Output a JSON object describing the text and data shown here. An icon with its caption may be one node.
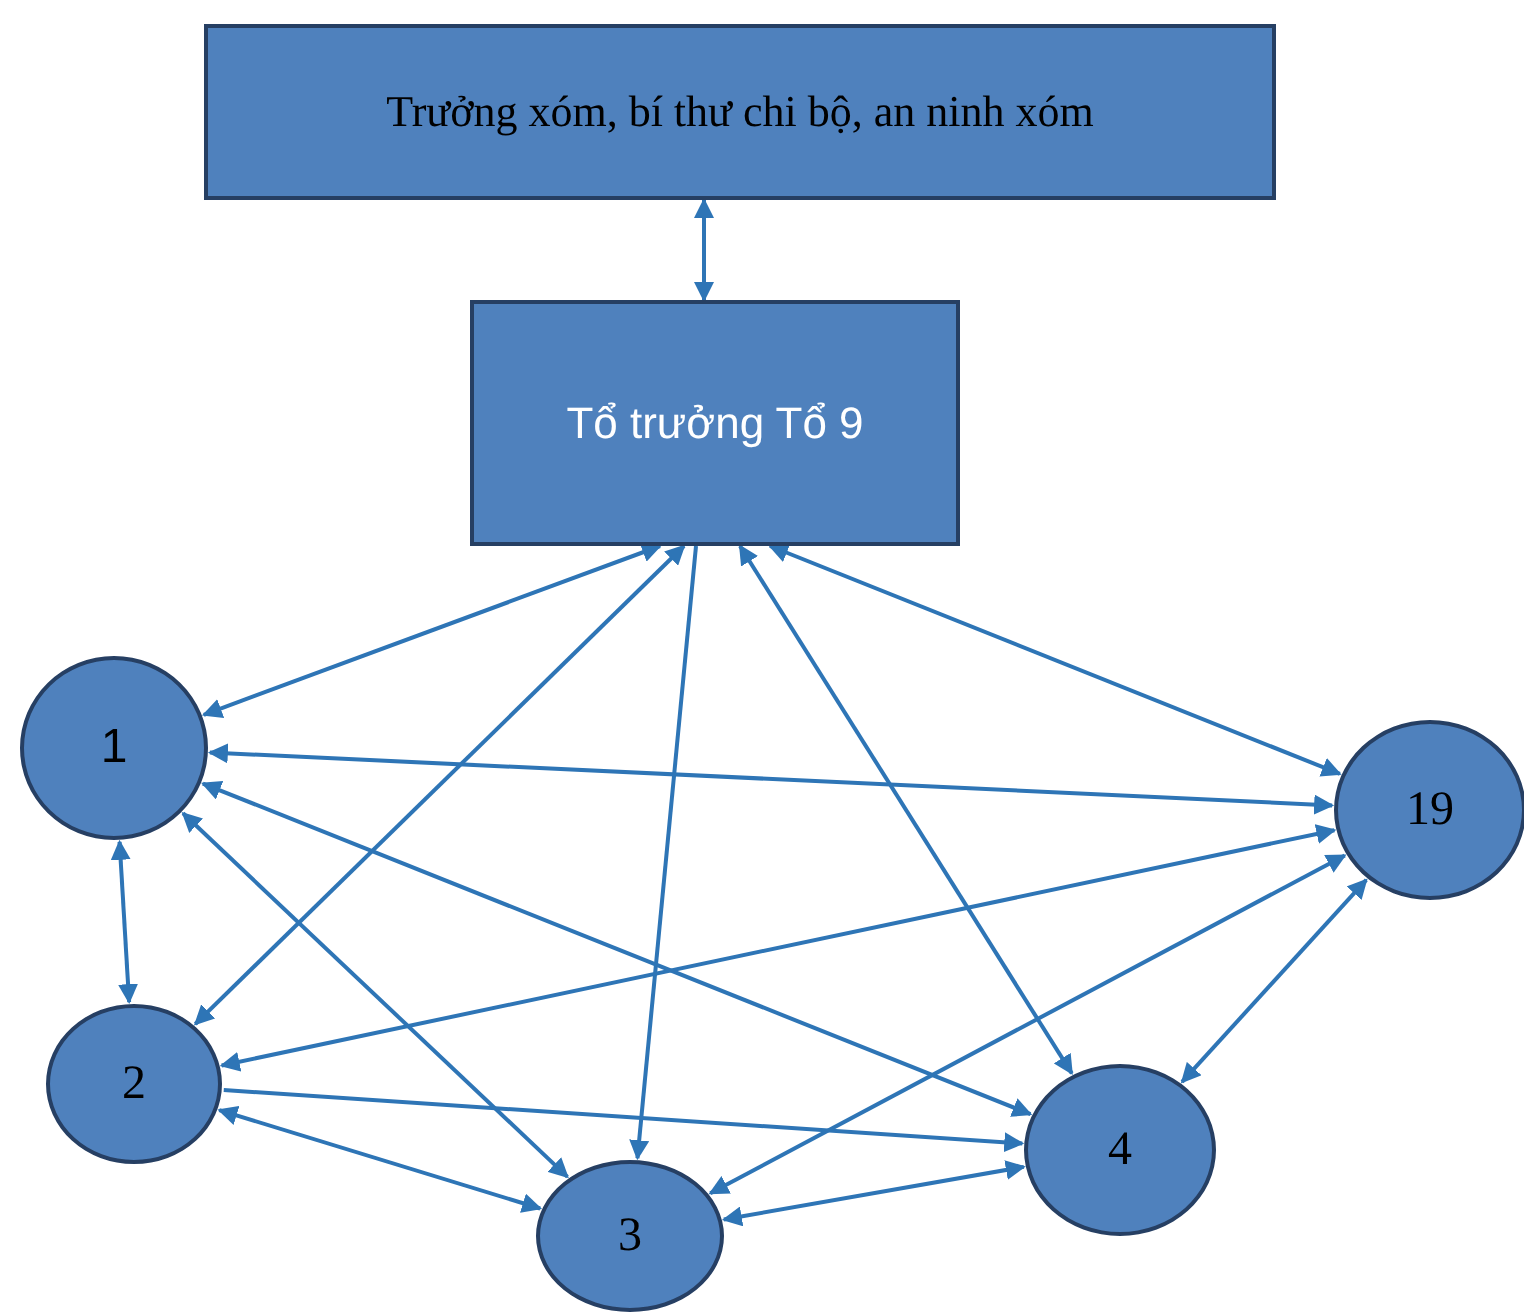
{
  "diagram": {
    "nodes": [
      {
        "text": [
          "Trưởng xóm, bí thư chi bộ, an ninh xóm"
        ]
      },
      {
        "text": [
          "Tổ trưởng Tổ 9"
        ]
      },
      {
        "text": [
          "1"
        ]
      },
      {
        "text": [
          "19"
        ]
      },
      {
        "text": [
          "2"
        ]
      },
      {
        "text": [
          "4"
        ]
      },
      {
        "text": [
          "3"
        ]
      }
    ],
    "edges": [
      {
        "from": 0,
        "to": 1,
        "arrow": "both"
      },
      {
        "from": 1,
        "to": 2,
        "arrow": "both"
      },
      {
        "from": 1,
        "to": 4,
        "arrow": "both"
      },
      {
        "from": 1,
        "to": 6,
        "arrow": "to"
      },
      {
        "from": 1,
        "to": 5,
        "arrow": "both"
      },
      {
        "from": 1,
        "to": 3,
        "arrow": "both"
      },
      {
        "from": 2,
        "to": 3,
        "arrow": "both"
      },
      {
        "from": 2,
        "to": 4,
        "arrow": "both"
      },
      {
        "from": 2,
        "to": 6,
        "arrow": "both"
      },
      {
        "from": 2,
        "to": 5,
        "arrow": "both"
      },
      {
        "from": 4,
        "to": 3,
        "arrow": "both"
      },
      {
        "from": 4,
        "to": 5,
        "arrow": "to"
      },
      {
        "from": 4,
        "to": 6,
        "arrow": "both"
      },
      {
        "from": 6,
        "to": 3,
        "arrow": "both"
      },
      {
        "from": 6,
        "to": 5,
        "arrow": "both"
      },
      {
        "from": 5,
        "to": 3,
        "arrow": "both"
      }
    ]
  }
}
